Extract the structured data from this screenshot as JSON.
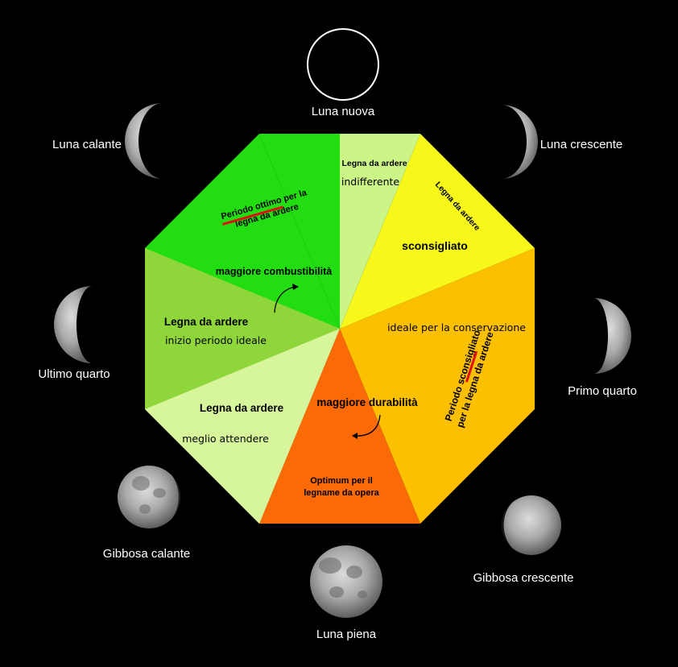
{
  "phases": {
    "new": "Luna nuova",
    "waxing_crescent": "Luna crescente",
    "first_quarter": "Primo quarto",
    "waxing_gibbous": "Gibbosa crescente",
    "full": "Luna piena",
    "waning_gibbous": "Gibbosa calante",
    "last_quarter": "Ultimo quarto",
    "waning_crescent": "Luna calante"
  },
  "sectors": {
    "top_right": {
      "title": "Legna da ardere",
      "text": "indifferente"
    },
    "right_upper": {
      "title": "Legna da ardere",
      "text": "sconsigliato"
    },
    "right_lower": {
      "text": "ideale per la conservazione",
      "rotated_line1": "Periodo sconsigliato",
      "rotated_line2": "per la legna da ardere"
    },
    "bottom": {
      "title": "maggiore durabilità",
      "text_line1": "Optimum per il",
      "text_line2": "legname da opera"
    },
    "left_lower": {
      "title": "Legna da ardere",
      "text": "meglio attendere"
    },
    "left_upper": {
      "title": "Legna da ardere",
      "text": "inizio periodo ideale"
    },
    "top_left": {
      "rotated_line1": "Periodo ottimo per la",
      "rotated_line2": "legna da ardere",
      "title": "maggiore combustibilità"
    }
  },
  "colors": {
    "background": "#000000",
    "green_dark": "#22dd11",
    "green_mid": "#8fd63a",
    "green_light": "#ccf588",
    "green_pale": "#d7f59a",
    "yellow": "#f7f71a",
    "orange_light": "#fcc000",
    "orange_dark": "#fa6a06",
    "accent_red": "#e01010"
  }
}
